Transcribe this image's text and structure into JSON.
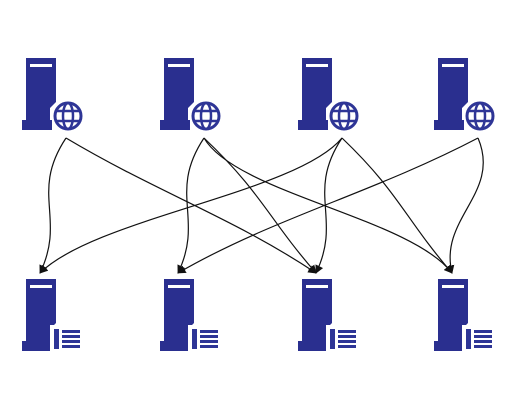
{
  "diagram": {
    "colors": {
      "server_blue": "#2a2f8f",
      "badge_blue": "#2e3596",
      "edge": "#111111",
      "background": "#ffffff"
    },
    "top_nodes": [
      {
        "id": "web-server-1",
        "icon": "web-server-icon"
      },
      {
        "id": "web-server-2",
        "icon": "web-server-icon"
      },
      {
        "id": "web-server-3",
        "icon": "web-server-icon"
      },
      {
        "id": "web-server-4",
        "icon": "web-server-icon"
      }
    ],
    "bottom_nodes": [
      {
        "id": "list-server-1",
        "icon": "list-server-icon"
      },
      {
        "id": "list-server-2",
        "icon": "list-server-icon"
      },
      {
        "id": "list-server-3",
        "icon": "list-server-icon"
      },
      {
        "id": "list-server-4",
        "icon": "list-server-icon"
      }
    ],
    "edges": [
      {
        "from": 1,
        "to": 1
      },
      {
        "from": 1,
        "to": 3
      },
      {
        "from": 2,
        "to": 2
      },
      {
        "from": 2,
        "to": 3
      },
      {
        "from": 2,
        "to": 4
      },
      {
        "from": 3,
        "to": 1
      },
      {
        "from": 3,
        "to": 3
      },
      {
        "from": 3,
        "to": 4
      },
      {
        "from": 4,
        "to": 2
      },
      {
        "from": 4,
        "to": 4
      }
    ]
  }
}
